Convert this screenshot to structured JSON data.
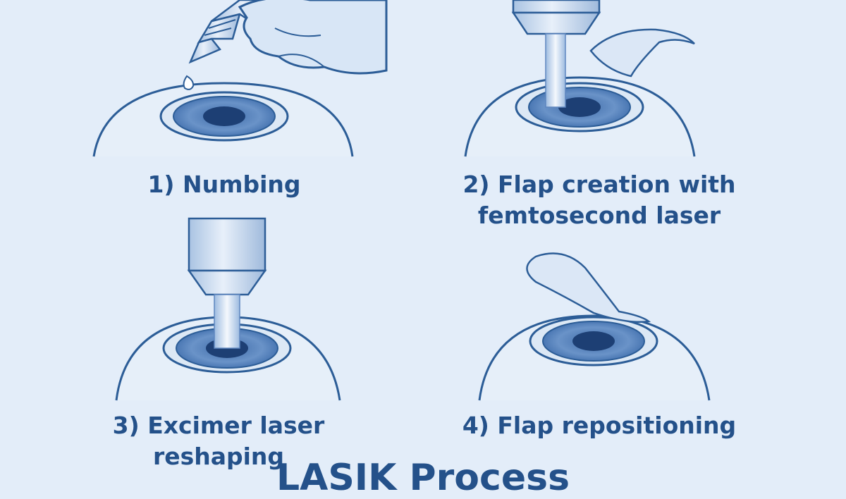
{
  "steps": [
    {
      "lines": [
        "1) Numbing"
      ]
    },
    {
      "lines": [
        "2) Flap creation with",
        "femtosecond laser"
      ]
    },
    {
      "lines": [
        "3) Excimer laser",
        "reshaping"
      ]
    },
    {
      "lines": [
        "4) Flap repositioning"
      ]
    }
  ],
  "footer_title": "LASIK Process",
  "colors": {
    "background": "#e3edf9",
    "text": "#24518a",
    "outline": "#2c5d97",
    "iris": "#5b84bd",
    "pupil": "#1d3f74",
    "device_fill": "#cfdff2"
  }
}
